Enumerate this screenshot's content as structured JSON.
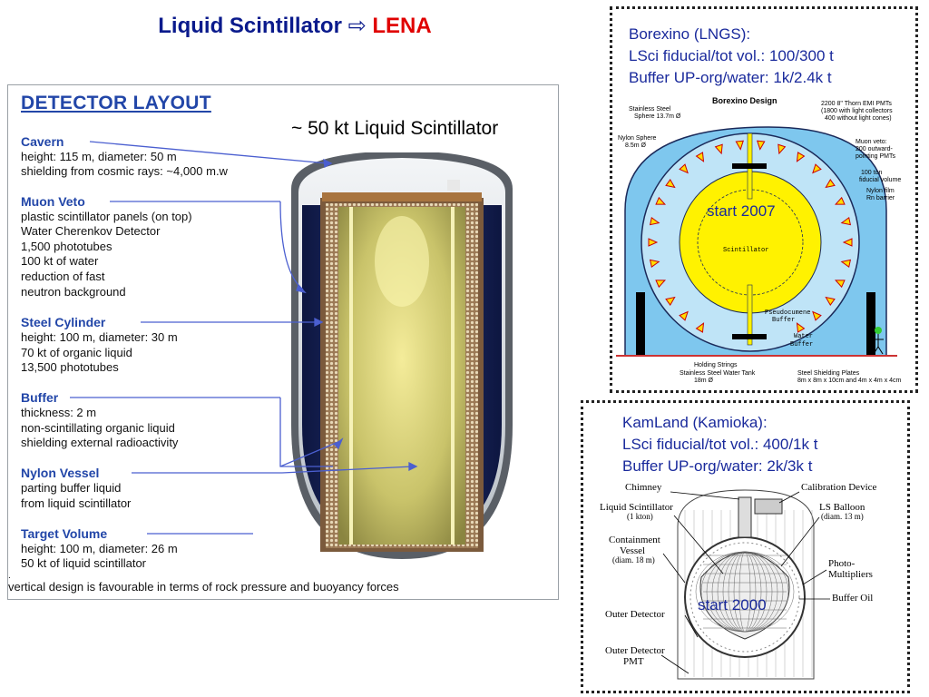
{
  "title": {
    "main": "Liquid Scintillator",
    "arrow": "⇨",
    "highlight": "LENA"
  },
  "lena": {
    "heading": "DETECTOR LAYOUT",
    "caption": "~ 50 kt Liquid Scintillator",
    "sections": [
      {
        "title": "Cavern",
        "lines": [
          "height: 115 m, diameter: 50 m",
          "shielding from cosmic rays: ~4,000 m.w"
        ]
      },
      {
        "title": "Muon Veto",
        "lines": [
          "plastic scintillator panels (on top)",
          "Water Cherenkov Detector",
          "1,500 phototubes",
          "100 kt of water",
          "reduction of fast",
          "neutron background"
        ]
      },
      {
        "title": "Steel Cylinder",
        "lines": [
          "height: 100 m, diameter: 30 m",
          "70 kt of organic liquid",
          "13,500 phototubes"
        ]
      },
      {
        "title": "Buffer",
        "lines": [
          "thickness: 2 m",
          "non-scintillating organic liquid",
          "shielding external radioactivity"
        ]
      },
      {
        "title": "Nylon Vessel",
        "lines": [
          "parting buffer liquid",
          "from liquid scintillator"
        ]
      },
      {
        "title": "Target Volume",
        "lines": [
          "height: 100 m, diameter: 26 m",
          "50 kt of liquid scintillator"
        ]
      }
    ],
    "bullet": ".",
    "bottom_note": "vertical design is favourable in terms of rock pressure and buoyancy forces"
  },
  "borexino": {
    "lines": [
      "Borexino (LNGS):",
      "LSci fiducial/tot vol.: 100/300 t",
      "Buffer UP-org/water: 1k/2.4k t"
    ],
    "diagram_title": "Borexino Design",
    "start_label": "start 2007",
    "labels": {
      "sphere": [
        "Stainless Steel",
        "Sphere 13.7m Ø"
      ],
      "nylon_sphere": [
        "Nylon Sphere",
        "8.5m Ø"
      ],
      "pmts": [
        "2200 8\" Thorn EMI PMTs",
        "(1800 with light collectors",
        "400 without light cones)"
      ],
      "muon_veto": [
        "Muon veto:",
        "200 outward-",
        "pointing PMTs"
      ],
      "fiducial": [
        "100 ton",
        "fiducial volume"
      ],
      "nylon_film": [
        "Nylon film",
        "Rn barrier"
      ],
      "scintillator": "Scintillator",
      "pc_buffer": [
        "Pseudocumene",
        "Buffer"
      ],
      "water_buffer": [
        "Water",
        "Buffer"
      ],
      "holding": "Holding Strings",
      "tank": [
        "Stainless Steel Water Tank",
        "18m Ø"
      ],
      "plates": [
        "Steel Shielding Plates",
        "8m x 8m x 10cm and 4m x 4m x 4cm"
      ]
    }
  },
  "kamland": {
    "lines": [
      "KamLand (Kamioka):",
      "LSci fiducial/tot vol.: 400/1k t",
      "Buffer UP-org/water: 2k/3k t"
    ],
    "start_label": "start 2000",
    "labels": {
      "chimney": "Chimney",
      "calibration": "Calibration Device",
      "ls": [
        "Liquid Scintillator",
        "(1 kton)"
      ],
      "balloon": [
        "LS Balloon",
        "(diam. 13 m)"
      ],
      "containment": [
        "Containment",
        "Vessel",
        "(diam. 18 m)"
      ],
      "photo": [
        "Photo-",
        "Multipliers"
      ],
      "buffer_oil": "Buffer Oil",
      "outer": "Outer Detector",
      "outer_pmt": [
        "Outer Detector",
        "PMT"
      ]
    }
  },
  "colors": {
    "title_blue": "#0a1a8c",
    "highlight_red": "#e00000",
    "link_blue": "#2246a8",
    "text_blue": "#1a2a9c",
    "borexino_blue": "#7ec7ee",
    "scint_yellow": "#fff200"
  }
}
